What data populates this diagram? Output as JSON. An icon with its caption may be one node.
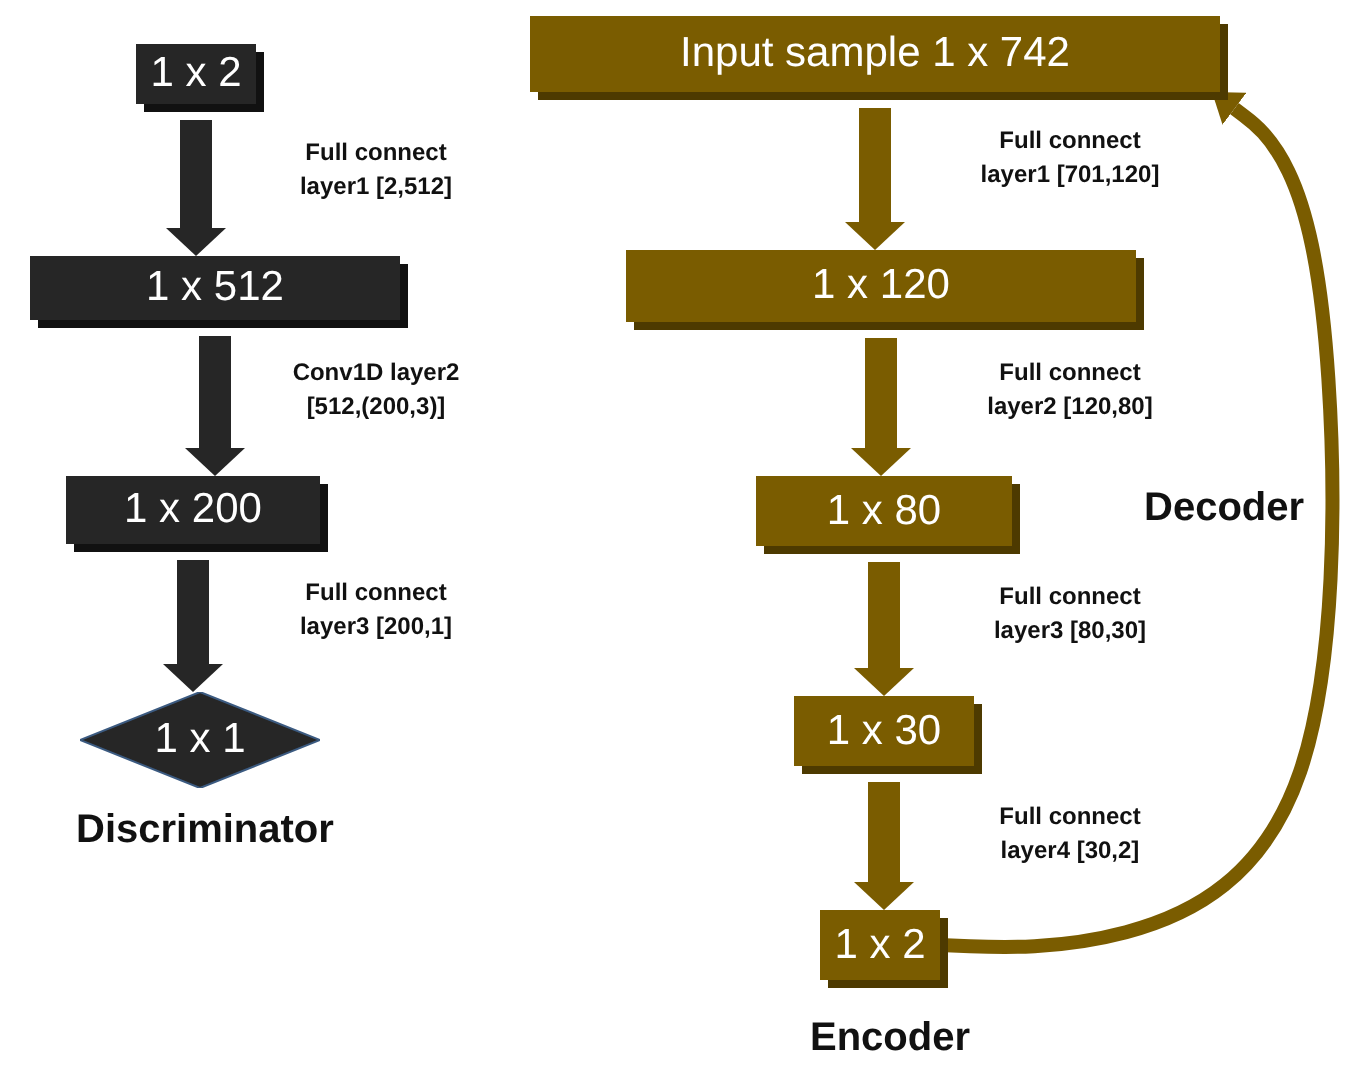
{
  "diagram": {
    "nodes": [
      {
        "text": [
          "1 x 2"
        ]
      },
      {
        "text": [
          "1 x 512"
        ]
      },
      {
        "text": [
          "1 x 200"
        ]
      },
      {
        "text": [
          "1 x 1"
        ]
      },
      {
        "text": [
          "Input sample 1 x 742"
        ]
      },
      {
        "text": [
          "1 x 120"
        ]
      },
      {
        "text": [
          "1 x 80"
        ]
      },
      {
        "text": [
          "1 x 30"
        ]
      },
      {
        "text": [
          "1 x 2"
        ]
      }
    ],
    "edges": [
      {
        "from": 0,
        "to": 1,
        "arrow": "to",
        "label": "Full connect layer1 [2,512]",
        "color": "#262626"
      },
      {
        "from": 1,
        "to": 2,
        "arrow": "to",
        "label": "Conv1D layer2 [512,(200,3)]",
        "color": "#262626"
      },
      {
        "from": 2,
        "to": 3,
        "arrow": "to",
        "label": "Full connect layer3 [200,1]",
        "color": "#262626"
      },
      {
        "from": 4,
        "to": 5,
        "arrow": "to",
        "label": "Full connect layer1 [701,120]"
      },
      {
        "from": 5,
        "to": 6,
        "arrow": "to",
        "label": "Full connect layer2 [120,80]"
      },
      {
        "from": 6,
        "to": 7,
        "arrow": "to",
        "label": "Full connect layer3 [80,30]"
      },
      {
        "from": 7,
        "to": 8,
        "arrow": "to",
        "label": "Full connect layer4 [30,2]"
      },
      {
        "from": 8,
        "to": 4,
        "arrow": "to",
        "label": "Decoder"
      }
    ],
    "labels": [
      "Discriminator",
      "Encoder"
    ]
  }
}
